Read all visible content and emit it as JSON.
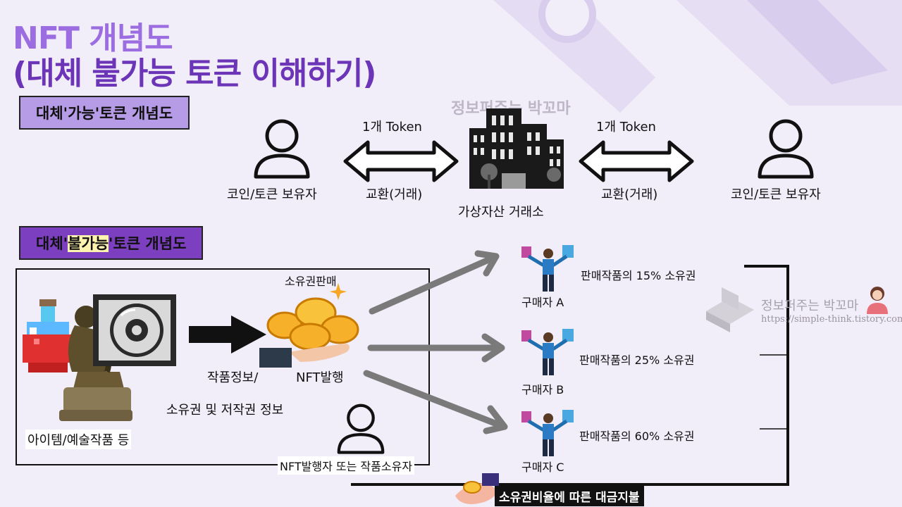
{
  "title": {
    "line1": "NFT 개념도",
    "line2": "(대체 불가능 토큰 이해하기)"
  },
  "fungible": {
    "label": "대체'가능'토큰 개념도",
    "holder_left": "코인/토큰 보유자",
    "holder_right": "코인/토큰 보유자",
    "token_left": "1개 Token",
    "token_right": "1개 Token",
    "exchange_left": "교환(거래)",
    "exchange_right": "교환(거래)",
    "exchange_center": "가상자산 거래소"
  },
  "nonfungible": {
    "label_pre": "대체'",
    "label_mark": "불가능",
    "label_post": "'토큰 개념도",
    "item_caption": "아이템/예술작품 등",
    "sale_label": "소유권판매",
    "work_info": "작품정보/",
    "nft_issue": "NFT발행",
    "rights_info": "소유권 및 저작권 정보",
    "issuer": "NFT발행자 또는 작품소유자",
    "buyers": [
      {
        "name": "구매자 A",
        "share_text": "판매작품의 15% 소유권",
        "share_percent": 15
      },
      {
        "name": "구매자 B",
        "share_text": "판매작품의 25% 소유권",
        "share_percent": 25
      },
      {
        "name": "구매자 C",
        "share_text": "판매작품의 60% 소유권",
        "share_percent": 60
      }
    ],
    "payment": "소유권비율에 따른 대금지불"
  },
  "watermarks": {
    "top": "정보퍼주는 박꼬마",
    "right": "정보퍼주는 박꼬마",
    "url": "https://simple-think.tistory.com"
  },
  "colors": {
    "title_light": "#9b6de0",
    "title_dark": "#6c35b8",
    "fungible_label_bg": "#b69be6",
    "nonfungible_label_bg": "#7b3fbf",
    "arrow_gray": "#7a7a7a"
  }
}
